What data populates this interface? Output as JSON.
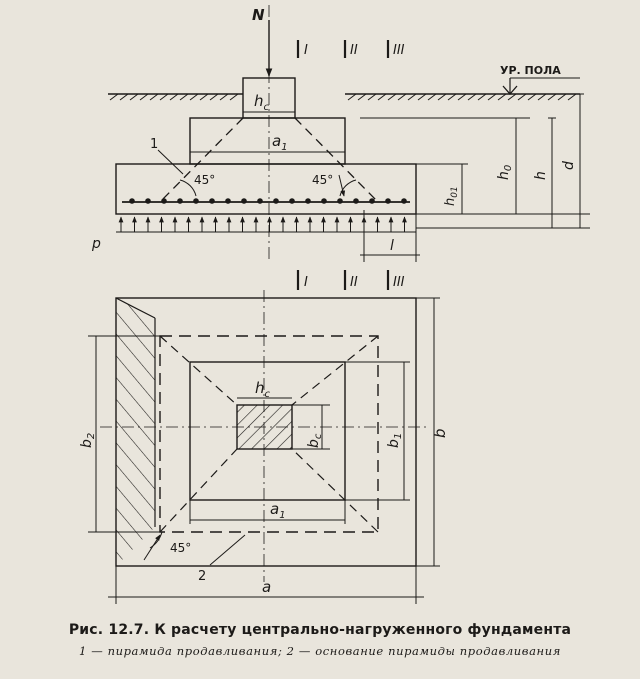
{
  "labels": {
    "load": "N",
    "floor_level": "УР. ПОЛА",
    "section_1": "I",
    "section_2": "II",
    "section_3": "III",
    "hc": "h",
    "hc_sub": "c",
    "bc": "b",
    "bc_sub": "c",
    "a1": "a",
    "a1_sub": "1",
    "b1": "b",
    "b1_sub": "1",
    "b2": "b",
    "b2_sub": "2",
    "a": "a",
    "b": "b",
    "h0": "h",
    "h0_sub": "0",
    "h01": "h",
    "h01_sub": "01",
    "h": "h",
    "d": "d",
    "l": "l",
    "p": "p",
    "angle_45": "45°",
    "callout_1": "1",
    "callout_2": "2"
  },
  "caption": {
    "title": "Рис. 12.7. К расчету центрально-нагруженного фундамента",
    "legend": "1 — пирамида продавливания; 2 — основание пирамиды продавливания"
  }
}
